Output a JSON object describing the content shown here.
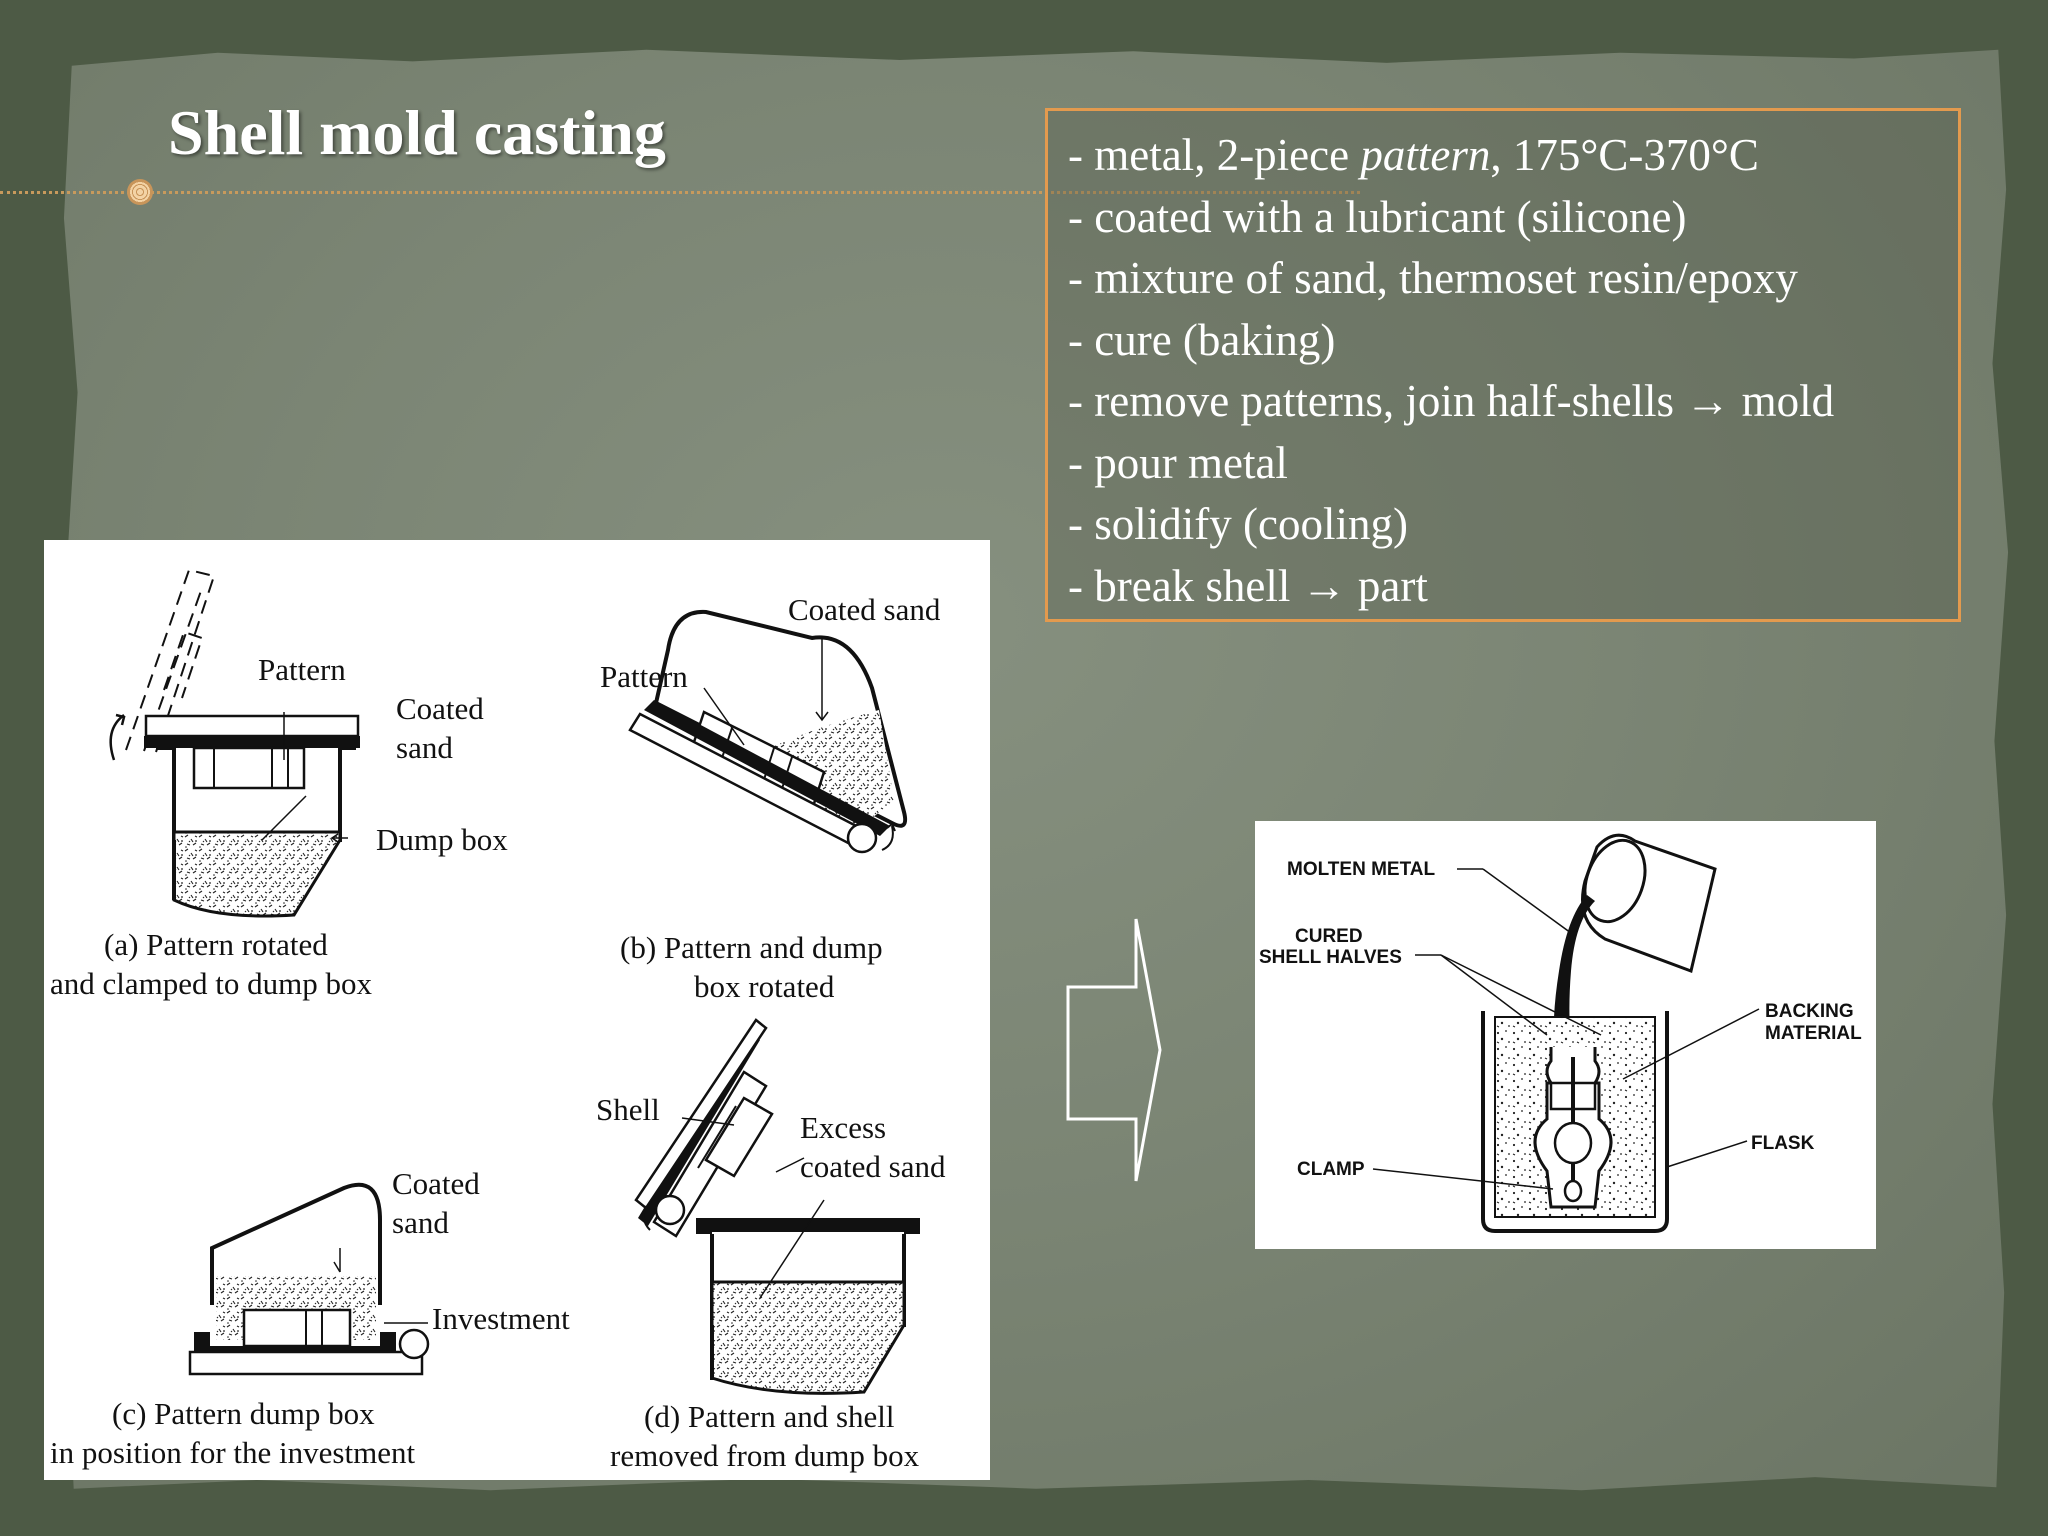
{
  "slide": {
    "title": "Shell mold casting",
    "steps": [
      {
        "pre": "- metal, 2-piece ",
        "em": "pattern",
        "post": ", 175°C-370°C"
      },
      {
        "pre": "- coated with a lubricant (silicone)",
        "em": "",
        "post": ""
      },
      {
        "pre": "- mixture of sand, thermoset resin/epoxy",
        "em": "",
        "post": ""
      },
      {
        "pre": "- cure (baking)",
        "em": "",
        "post": ""
      },
      {
        "pre": "- remove patterns, join half-shells → mold",
        "em": "",
        "post": ""
      },
      {
        "pre": "- pour metal",
        "em": "",
        "post": ""
      },
      {
        "pre": "- solidify (cooling)",
        "em": "",
        "post": ""
      },
      {
        "pre": "- break shell → part",
        "em": "",
        "post": ""
      }
    ],
    "accent_color": "#e39a4e"
  },
  "figure_left": {
    "a": {
      "labels": [
        "Pattern",
        "Coated",
        "sand",
        "Dump box"
      ],
      "caption": [
        "(a) Pattern rotated",
        "and clamped to dump box"
      ]
    },
    "b": {
      "labels": [
        "Coated sand",
        "Pattern"
      ],
      "caption": [
        "(b) Pattern and dump",
        "box rotated"
      ]
    },
    "c": {
      "labels": [
        "Coated",
        "sand",
        "Investment"
      ],
      "caption": [
        "(c) Pattern dump box",
        "in position for the investment"
      ]
    },
    "d": {
      "labels": [
        "Shell",
        "Excess",
        "coated sand"
      ],
      "caption": [
        "(d) Pattern and shell",
        "removed from dump box"
      ]
    }
  },
  "figure_right": {
    "labels": [
      "MOLTEN METAL",
      "CURED",
      "SHELL HALVES",
      "BACKING",
      "MATERIAL",
      "FLASK",
      "CLAMP"
    ]
  }
}
